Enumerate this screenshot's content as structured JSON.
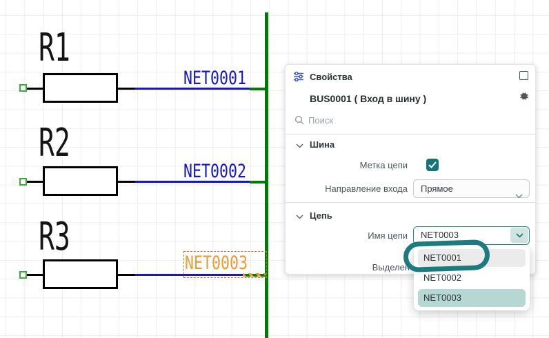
{
  "schematic": {
    "components": [
      {
        "ref": "R1",
        "net": "NET0001",
        "selected": false
      },
      {
        "ref": "R2",
        "net": "NET0002",
        "selected": false
      },
      {
        "ref": "R3",
        "net": "NET0003",
        "selected": true
      }
    ],
    "colors": {
      "bus_green": "#007a00",
      "wire_blue": "#1414d2",
      "selection_orange": "#e89b37",
      "pin_green": "#3daa3d"
    }
  },
  "panel": {
    "title": "Свойства",
    "object_title": "BUS0001 ( Вход в шину )",
    "search_placeholder": "Поиск",
    "accent_teal": "#17737a",
    "bus_section": {
      "label": "Шина",
      "net_label_label": "Метка цепи",
      "net_label_checked": true,
      "direction_label": "Направление входа",
      "direction_value": "Прямое"
    },
    "net_section": {
      "label": "Цепь",
      "net_name_label": "Имя цепи",
      "net_name_value": "NET0003",
      "selected_label_truncated": "Выделен"
    },
    "dropdown": {
      "options": [
        "NET0001",
        "NET0002",
        "NET0003"
      ],
      "hovered_option": "NET0001",
      "selected_option": "NET0003"
    }
  }
}
